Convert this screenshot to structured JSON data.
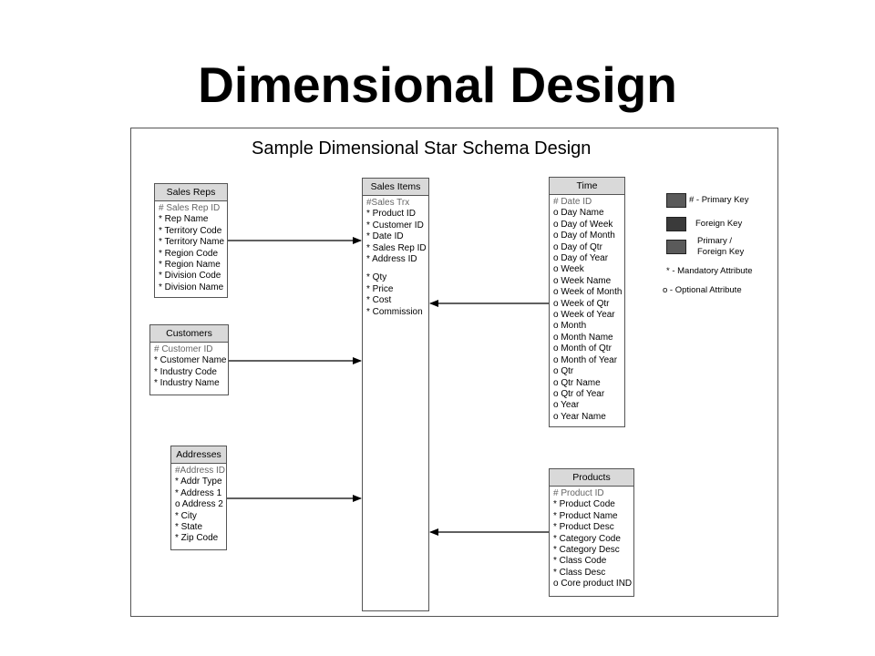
{
  "slide_title": "Dimensional Design",
  "diagram_title": "Sample Dimensional Star Schema Design",
  "entities": {
    "sales_reps": {
      "name": "Sales Reps",
      "attributes": [
        "# Sales Rep ID",
        "* Rep Name",
        "* Territory Code",
        "* Territory Name",
        "* Region Code",
        "* Region Name",
        "* Division Code",
        "* Division Name"
      ]
    },
    "customers": {
      "name": "Customers",
      "attributes": [
        "# Customer ID",
        "* Customer Name",
        "* Industry Code",
        "* Industry Name"
      ]
    },
    "addresses": {
      "name": "Addresses",
      "attributes": [
        "#Address ID",
        "* Addr Type",
        "* Address 1",
        "o Address 2",
        "* City",
        "* State",
        "* Zip Code"
      ]
    },
    "sales_items": {
      "name": "Sales Items",
      "attributes": [
        "#Sales Trx",
        "* Product ID",
        "* Customer ID",
        "* Date ID",
        "* Sales Rep ID",
        "* Address ID",
        "* Qty",
        "* Price",
        "* Cost",
        "* Commission"
      ]
    },
    "time": {
      "name": "Time",
      "attributes": [
        "# Date ID",
        "o Day Name",
        "o Day of Week",
        "o Day of Month",
        "o Day of Qtr",
        "o Day of Year",
        "o Week",
        "o Week Name",
        "o Week of Month",
        "o Week of Qtr",
        "o Week of Year",
        "o Month",
        "o Month Name",
        "o Month of Qtr",
        "o Month of Year",
        "o Qtr",
        "o Qtr Name",
        "o Qtr of Year",
        "o Year",
        "o Year Name"
      ]
    },
    "products": {
      "name": "Products",
      "attributes": [
        "# Product ID",
        "* Product Code",
        "* Product Name",
        "* Product Desc",
        "* Category Code",
        "* Category Desc",
        "* Class Code",
        "* Class Desc",
        "o Core product IND"
      ]
    }
  },
  "legend": {
    "primary_key": "# - Primary Key",
    "foreign_key": "Foreign Key",
    "primary_foreign_key_line1": "Primary /",
    "primary_foreign_key_line2": "Foreign Key",
    "mandatory": "* - Mandatory Attribute",
    "optional": "o - Optional Attribute"
  }
}
